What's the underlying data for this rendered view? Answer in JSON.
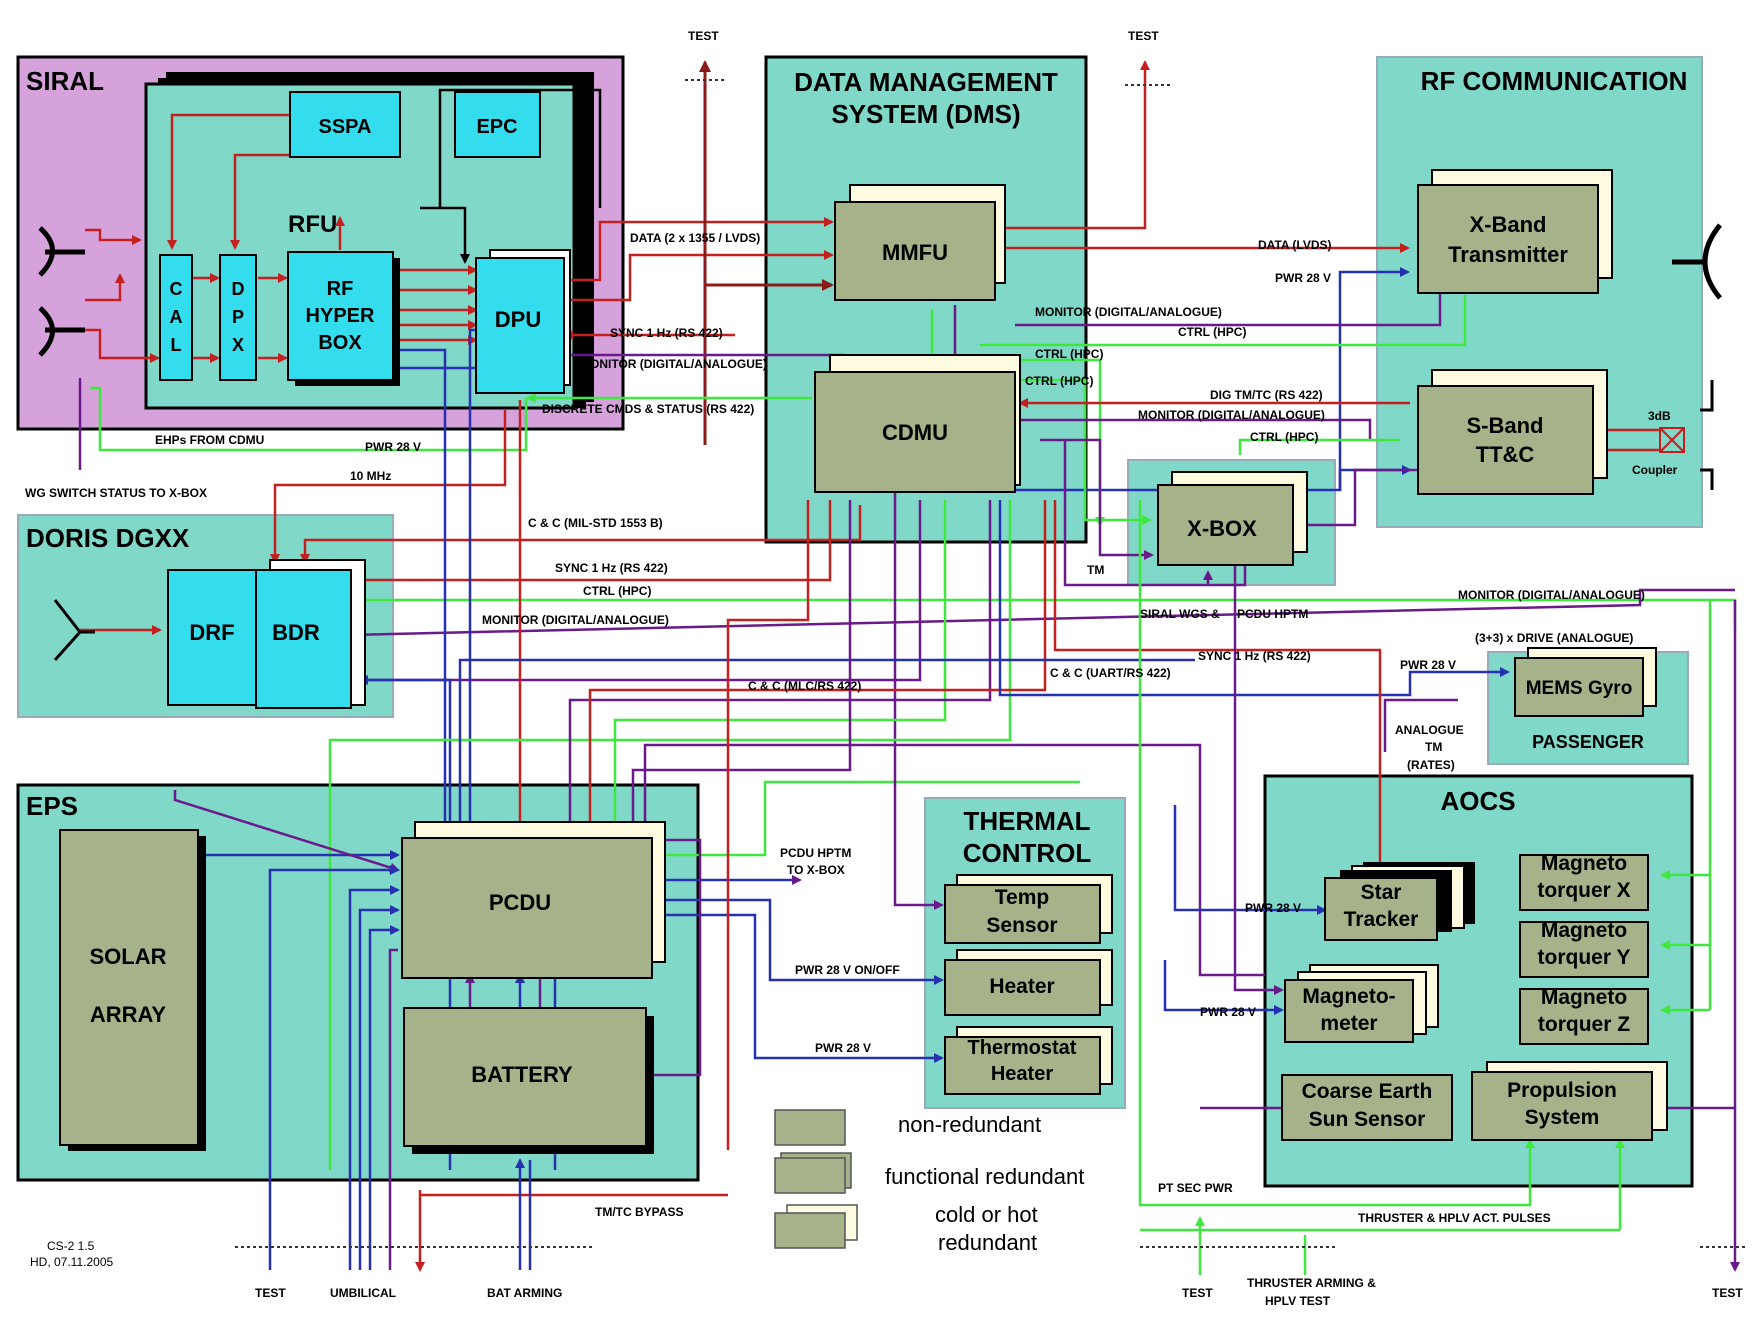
{
  "colors": {
    "teal_region": "#80d8c8",
    "siral_region": "#d6a2dc",
    "cyan_box": "#33ddee",
    "olive_box": "#a6b38a",
    "red_wire": "#c42020",
    "blue_wire": "#2630b0",
    "green_wire": "#3ee83e",
    "purple_wire": "#6a1a8a"
  },
  "regions": {
    "siral": "SIRAL",
    "dms": "DATA MANAGEMENT SYSTEM (DMS)",
    "dms_line1": "DATA MANAGEMENT",
    "dms_line2": "SYSTEM (DMS)",
    "rf_comm": "RF COMMUNICATION",
    "doris": "DORIS DGXX",
    "eps": "EPS",
    "thermal_line1": "THERMAL",
    "thermal_line2": "CONTROL",
    "aocs": "AOCS",
    "passenger": "PASSENGER"
  },
  "boxes": {
    "sspa": "SSPA",
    "epc": "EPC",
    "rfu": "RFU",
    "cal": [
      "C",
      "A",
      "L"
    ],
    "dpx": [
      "D",
      "P",
      "X"
    ],
    "rf_hyper_box": [
      "RF",
      "HYPER",
      "BOX"
    ],
    "dpu": "DPU",
    "mmfu": "MMFU",
    "cdmu": "CDMU",
    "x_band": [
      "X-Band",
      "Transmitter"
    ],
    "s_band": [
      "S-Band",
      "TT&C"
    ],
    "x_box": "X-BOX",
    "drf": "DRF",
    "bdr": "BDR",
    "mems_gyro": "MEMS Gyro",
    "pcdu": "PCDU",
    "solar_array": [
      "SOLAR",
      "ARRAY"
    ],
    "battery": "BATTERY",
    "temp_sensor": [
      "Temp",
      "Sensor"
    ],
    "heater": "Heater",
    "thermostat_heater": [
      "Thermostat",
      "Heater"
    ],
    "star_tracker": [
      "Star",
      "Tracker"
    ],
    "magnetometer": [
      "Magneto-",
      "meter"
    ],
    "coarse_earth_sun": [
      "Coarse Earth",
      "Sun Sensor"
    ],
    "propulsion": [
      "Propulsion",
      "System"
    ],
    "mtq_x": [
      "Magneto",
      "torquer X"
    ],
    "mtq_y": [
      "Magneto",
      "torquer Y"
    ],
    "mtq_z": [
      "Magneto",
      "torquer Z"
    ]
  },
  "signals": {
    "test_top_1": "TEST",
    "test_top_2": "TEST",
    "data_2x": "DATA (2 x 1355 / LVDS)",
    "sync_1hz_a": "SYNC 1 Hz (RS 422)",
    "monitor_dig_a": "MONITOR (DIGITAL/ANALOGUE)",
    "discrete_cmds": "DISCRETE CMDS & STATUS (RS 422)",
    "ehps_from_cdmu": "EHPs FROM CDMU",
    "wg_switch": "WG SWITCH STATUS TO X-BOX",
    "pwr_28v_a": "PWR 28 V",
    "mhz_10": "10 MHz",
    "c_c_mil": "C & C (MIL-STD 1553 B)",
    "sync_1hz_b": "SYNC 1 Hz (RS 422)",
    "ctrl_hpc_a": "CTRL (HPC)",
    "monitor_dig_b": "MONITOR (DIGITAL/ANALOGUE)",
    "c_c_mlc": "C & C (MLC/RS 422)",
    "data_lvds": "DATA (LVDS)",
    "pwr_28v_b": "PWR 28 V",
    "monitor_dig_c": "MONITOR (DIGITAL/ANALOGUE)",
    "ctrl_hpc_b": "CTRL (HPC)",
    "ctrl_hpc_c": "CTRL (HPC)",
    "ctrl_hpc_d": "CTRL (HPC)",
    "dig_tmtc": "DIG TM/TC (RS 422)",
    "monitor_dig_d": "MONITOR (DIGITAL/ANALOGUE)",
    "ctrl_hpc_e": "CTRL (HPC)",
    "db_3": "3dB",
    "coupler": "Coupler",
    "tm": "TM",
    "siral_wgs": "SIRAL WGS &",
    "pcdu_hptm": "PCDU HPTM",
    "monitor_dig_e": "MONITOR (DIGITAL/ANALOGUE)",
    "drive_analogue": "(3+3) x DRIVE (ANALOGUE)",
    "sync_1hz_c": "SYNC 1 Hz (RS 422)",
    "pwr_28v_c": "PWR 28 V",
    "c_c_uart": "C & C (UART/RS 422)",
    "analogue_tm": [
      "ANALOGUE",
      "TM",
      "(RATES)"
    ],
    "pcdu_hptm_xbox": [
      "PCDU HPTM",
      "TO X-BOX"
    ],
    "pwr_onoff": "PWR 28 V ON/OFF",
    "pwr_28v_d": "PWR 28 V",
    "pwr_28v_e": "PWR 28 V",
    "pwr_28v_f": "PWR 28 V",
    "tmtc_bypass": "TM/TC BYPASS",
    "pt_sec_pwr": "PT SEC PWR",
    "thruster_pulses": "THRUSTER & HPLV ACT. PULSES",
    "test_bottom_1": "TEST",
    "umbilical": "UMBILICAL",
    "bat_arming": "BAT ARMING",
    "test_bottom_2": "TEST",
    "thruster_arming": [
      "THRUSTER ARMING &",
      "HPLV TEST"
    ],
    "test_bottom_3": "TEST"
  },
  "legend": {
    "non_redundant": "non-redundant",
    "functional_redundant": "functional redundant",
    "cold_hot_1": "cold or hot",
    "cold_hot_2": "redundant"
  },
  "doc_ref": [
    "CS-2    1.5",
    "HD, 07.11.2005"
  ]
}
